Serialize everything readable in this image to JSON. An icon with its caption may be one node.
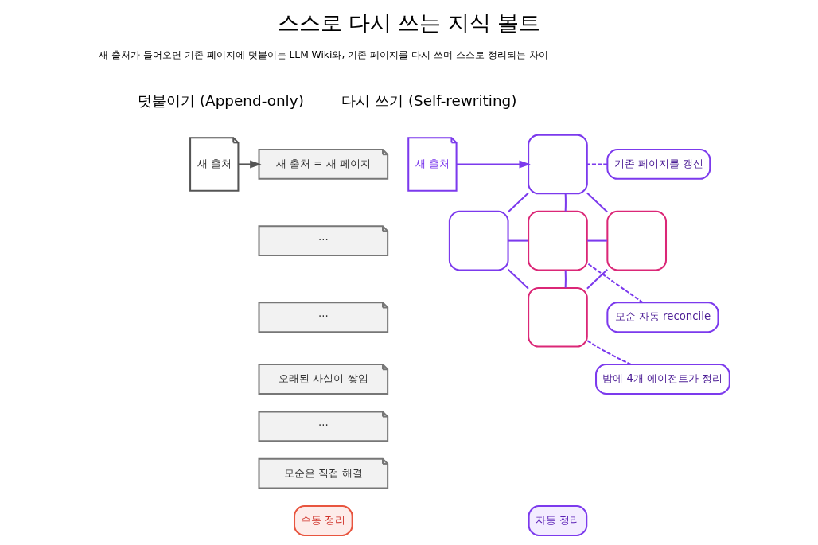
{
  "diagram": {
    "title": "스스로 다시 쓰는 지식 볼트",
    "nodes": [
      {
        "text": [
          "새 출처"
        ]
      },
      {
        "text": [
          "새 출처 = 새 페이지"
        ]
      },
      {
        "text": [
          "···"
        ]
      },
      {
        "text": [
          "···"
        ]
      },
      {
        "text": [
          "오래된 사실이 쌓임"
        ]
      },
      {
        "text": [
          "···"
        ]
      },
      {
        "text": [
          "모순은 직접 해결"
        ]
      },
      {
        "text": [
          "수동 정리"
        ]
      },
      {
        "text": [
          "새 출처"
        ]
      },
      {
        "text": [],
        "shape": "box"
      },
      {
        "text": [],
        "shape": "box"
      },
      {
        "text": [],
        "shape": "box"
      },
      {
        "text": [],
        "shape": "box"
      },
      {
        "text": [],
        "shape": "box"
      },
      {
        "text": [
          "기존 페이지를 갱신"
        ]
      },
      {
        "text": [
          "모순 자동 reconcile"
        ]
      },
      {
        "text": [
          "밤에 4개 에이전트가 정리"
        ]
      },
      {
        "text": [
          "자동 정리"
        ]
      }
    ],
    "edges": [
      {
        "from": 0,
        "to": 1,
        "arrow": "to",
        "color": "#555555"
      },
      {
        "from": 8,
        "to": 9,
        "arrow": "to"
      },
      {
        "from": 9,
        "to": 10,
        "arrow": "none"
      },
      {
        "from": 9,
        "to": 11,
        "arrow": "none"
      },
      {
        "from": 9,
        "to": 12,
        "arrow": "none"
      },
      {
        "from": 10,
        "to": 11,
        "arrow": "none"
      },
      {
        "from": 11,
        "to": 12,
        "arrow": "none"
      },
      {
        "from": 10,
        "to": 13,
        "arrow": "none"
      },
      {
        "from": 11,
        "to": 13,
        "arrow": "none"
      },
      {
        "from": 12,
        "to": 13,
        "arrow": "none"
      },
      {
        "from": 14,
        "to": 9,
        "arrow": "none",
        "style": "dashed"
      },
      {
        "from": 15,
        "to": 11,
        "arrow": "none",
        "style": "dashed"
      },
      {
        "from": 16,
        "to": 13,
        "arrow": "none",
        "style": "dashed"
      }
    ],
    "labels": [
      "새 출처가 들어오면 기존 페이지에 덧붙이는 LLM Wiki와, 기존 페이지를 다시 쓰며 스스로 정리되는 차이",
      "덧붙이기 (Append-only)",
      "다시 쓰기 (Self-rewriting)"
    ]
  }
}
